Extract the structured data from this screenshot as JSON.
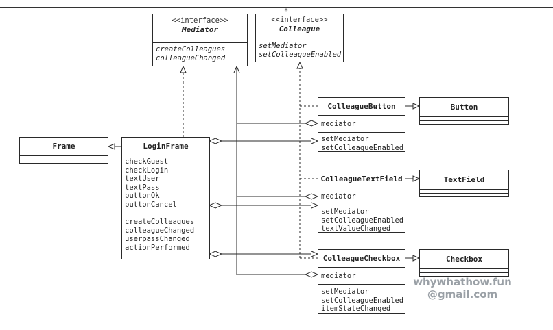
{
  "mediator": {
    "stereotype": "<<interface>>",
    "name": "Mediator",
    "methods": [
      "createColleagues",
      "colleagueChanged"
    ]
  },
  "colleague": {
    "stereotype": "<<interface>>",
    "name": "Colleague",
    "methods": [
      "setMediator",
      "setColleagueEnabled"
    ]
  },
  "frame": {
    "name": "Frame"
  },
  "login_frame": {
    "name": "LoginFrame",
    "fields": [
      "checkGuest",
      "checkLogin",
      "textUser",
      "textPass",
      "buttonOk",
      "buttonCancel"
    ],
    "methods": [
      "createColleagues",
      "colleagueChanged",
      "userpassChanged",
      "actionPerformed"
    ]
  },
  "colleague_button": {
    "name": "ColleagueButton",
    "fields": [
      "mediator"
    ],
    "methods": [
      "setMediator",
      "setColleagueEnabled"
    ]
  },
  "colleague_textfield": {
    "name": "ColleagueTextField",
    "fields": [
      "mediator"
    ],
    "methods": [
      "setMediator",
      "setColleagueEnabled",
      "textValueChanged"
    ]
  },
  "colleague_checkbox": {
    "name": "ColleagueCheckbox",
    "fields": [
      "mediator"
    ],
    "methods": [
      "setMediator",
      "setColleagueEnabled",
      "itemStateChanged"
    ]
  },
  "button": {
    "name": "Button"
  },
  "textfield": {
    "name": "TextField"
  },
  "checkbox": {
    "name": "Checkbox"
  },
  "watermark": {
    "line1": "whywhathow.fun",
    "line2": "@gmail.com"
  }
}
